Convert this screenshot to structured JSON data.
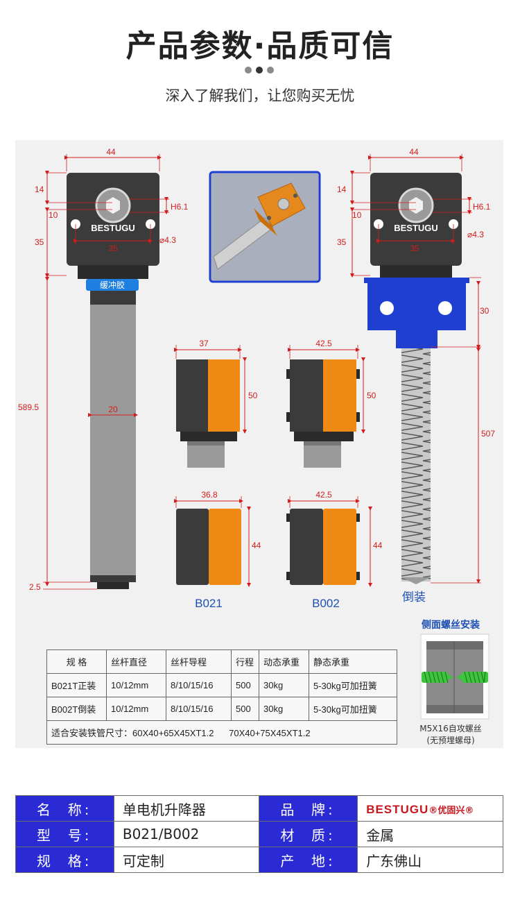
{
  "header": {
    "title": "产品参数·品质可信",
    "subtitle": "深入了解我们，让您购买无忧"
  },
  "colors": {
    "dimension_red": "#d41c1c",
    "label_blue": "#1e50b4",
    "housing_dark": "#3b3b3b",
    "accent_orange": "#ef8a14",
    "mount_blue": "#1f3fd1",
    "info_key_bg": "#2b2bd6"
  },
  "diagram": {
    "left_unit": {
      "width": "44",
      "height_top": "14",
      "height_mid": "10",
      "height_body": "35",
      "h_slot": "H6.1",
      "hole_dia": "⌀4.3",
      "hole_spacing": "35",
      "brand": "BESTUGU",
      "buffer_label": "缓冲胶",
      "tube_length": "589.5",
      "tube_width": "20",
      "bottom_gap": "2.5"
    },
    "right_unit": {
      "width": "44",
      "height_top": "14",
      "height_mid": "10",
      "height_body": "35",
      "h_slot": "H6.1",
      "hole_dia": "⌀4.3",
      "hole_spacing": "35",
      "brand": "BESTUGU",
      "mount_height": "30",
      "screw_length": "507",
      "label": "倒装"
    },
    "b021": {
      "width_top": "37",
      "height_top": "50",
      "width_bottom": "36.8",
      "height_bottom": "44",
      "label": "B021"
    },
    "b002": {
      "width_top": "42.5",
      "height_top": "50",
      "width_bottom": "42.5",
      "height_bottom": "44",
      "label": "B002"
    },
    "side_install": {
      "title": "侧面螺丝安装",
      "note_line1": "M5X16自攻螺丝",
      "note_line2": "(无预埋螺母)"
    }
  },
  "spec_table": {
    "headers": [
      "规 格",
      "丝杆直径",
      "丝杆导程",
      "行程",
      "动态承重",
      "静态承重"
    ],
    "rows": [
      [
        "B021T正装",
        "10/12mm",
        "8/10/15/16",
        "500",
        "30kg",
        "5-30kg可加扭簧"
      ],
      [
        "B002T倒装",
        "10/12mm",
        "8/10/15/16",
        "500",
        "30kg",
        "5-30kg可加扭簧"
      ]
    ],
    "footer": "适合安装铁管尺寸：60X40+65X45XT1.2      70X40+75X45XT1.2"
  },
  "info_table": {
    "name_key": "名  称:",
    "name_val": "单电机升降器",
    "brand_key": "品  牌:",
    "brand_val": "BESTUGU",
    "brand_cn": "®优固兴®",
    "model_key": "型  号:",
    "model_val": "B021/B002",
    "material_key": "材  质:",
    "material_val": "金属",
    "spec_key": "规  格:",
    "spec_val": "可定制",
    "origin_key": "产  地:",
    "origin_val": "广东佛山"
  }
}
